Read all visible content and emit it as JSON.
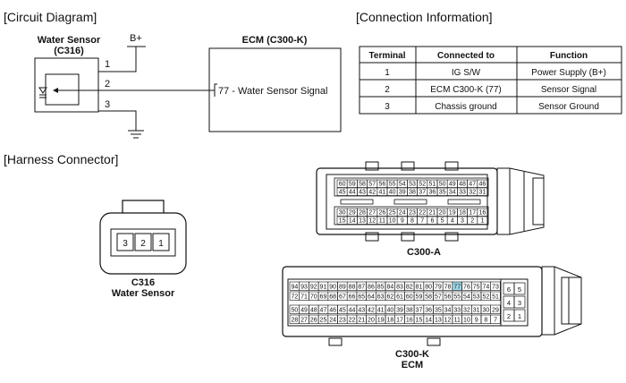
{
  "sections": {
    "circuit": "[Circuit Diagram]",
    "connection": "[Connection Information]",
    "harness": "[Harness Connector]"
  },
  "circuit": {
    "sensor_title": "Water Sensor",
    "sensor_code": "(C316)",
    "ecm_title": "ECM (C300-K)",
    "bplus": "B+",
    "pins": [
      "1",
      "2",
      "3"
    ],
    "ecm_terminal": "77 - Water Sensor Signal"
  },
  "table": {
    "headers": [
      "Terminal",
      "Connected to",
      "Function"
    ],
    "rows": [
      [
        "1",
        "IG S/W",
        "Power Supply (B+)"
      ],
      [
        "2",
        "ECM C300-K (77)",
        "Sensor Signal"
      ],
      [
        "3",
        "Chassis ground",
        "Sensor Ground"
      ]
    ]
  },
  "c316": {
    "pins": [
      "3",
      "2",
      "1"
    ],
    "label1": "C316",
    "label2": "Water Sensor"
  },
  "c300a": {
    "label": "C300-A",
    "row1": [
      "60",
      "59",
      "58",
      "57",
      "56",
      "55",
      "54",
      "53",
      "52",
      "51",
      "50",
      "49",
      "48",
      "47",
      "46"
    ],
    "row2": [
      "45",
      "44",
      "43",
      "42",
      "41",
      "40",
      "39",
      "38",
      "37",
      "36",
      "35",
      "34",
      "33",
      "32",
      "31"
    ],
    "row3": [
      "30",
      "29",
      "28",
      "27",
      "26",
      "25",
      "24",
      "23",
      "22",
      "21",
      "20",
      "19",
      "18",
      "17",
      "16"
    ],
    "row4": [
      "15",
      "14",
      "13",
      "12",
      "11",
      "10",
      "9",
      "8",
      "7",
      "6",
      "5",
      "4",
      "3",
      "2",
      "1"
    ]
  },
  "c300k": {
    "label1": "C300-K",
    "label2": "ECM",
    "highlight": "77",
    "highlight_color": "#9fd8e8",
    "row1": [
      "94",
      "93",
      "92",
      "91",
      "90",
      "89",
      "88",
      "87",
      "86",
      "85",
      "84",
      "83",
      "82",
      "81",
      "80",
      "79",
      "78",
      "77",
      "76",
      "75",
      "74",
      "73"
    ],
    "row2": [
      "72",
      "71",
      "70",
      "69",
      "68",
      "67",
      "66",
      "65",
      "64",
      "63",
      "62",
      "61",
      "60",
      "59",
      "58",
      "57",
      "56",
      "55",
      "54",
      "53",
      "52",
      "51"
    ],
    "row3": [
      "50",
      "49",
      "48",
      "47",
      "46",
      "45",
      "44",
      "43",
      "42",
      "41",
      "40",
      "39",
      "38",
      "37",
      "36",
      "35",
      "34",
      "33",
      "32",
      "31",
      "30",
      "29"
    ],
    "row4": [
      "28",
      "27",
      "26",
      "25",
      "24",
      "23",
      "22",
      "21",
      "20",
      "19",
      "18",
      "17",
      "16",
      "15",
      "14",
      "13",
      "12",
      "11",
      "10",
      "9",
      "8",
      "7"
    ],
    "side": [
      [
        "6",
        "5"
      ],
      [
        "4",
        "3"
      ],
      [
        "2",
        "1"
      ]
    ]
  }
}
